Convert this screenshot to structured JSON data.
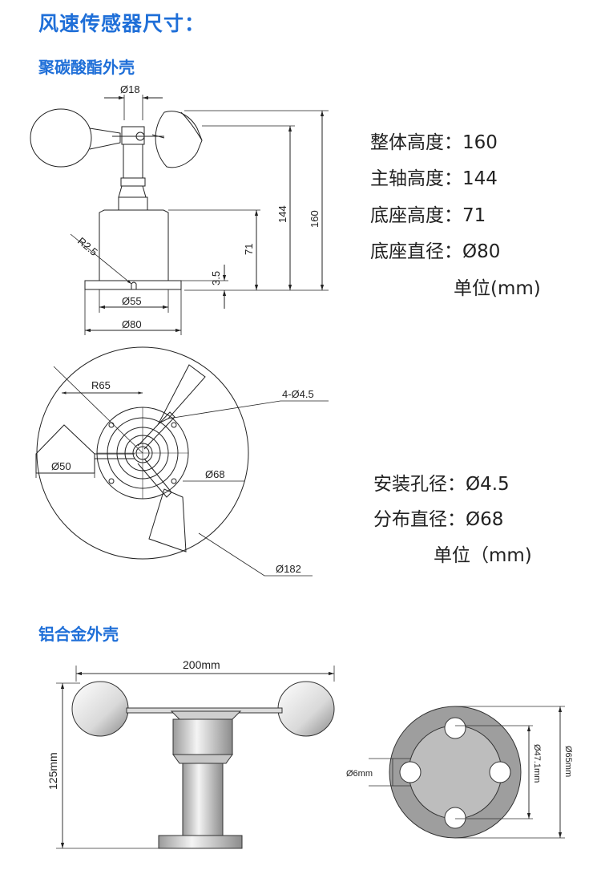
{
  "title": "风速传感器尺寸：",
  "section1": {
    "heading": "聚碳酸酯外壳",
    "dims": {
      "d18": "Ø18",
      "r25": "R2.5",
      "d55": "Ø55",
      "d80": "Ø80",
      "h144": "144",
      "h160": "160",
      "h71": "71",
      "h35": "3.5"
    },
    "specs": [
      {
        "label": "整体高度：",
        "value": "160"
      },
      {
        "label": "主轴高度：",
        "value": "144"
      },
      {
        "label": "底座高度：",
        "value": "71"
      },
      {
        "label": "底座直径：",
        "value": "Ø80"
      }
    ],
    "unit": "单位(mm)"
  },
  "section2": {
    "dims": {
      "r65": "R65",
      "holes": "4-Ø4.5",
      "d50": "Ø50",
      "d68": "Ø68",
      "d182": "Ø182"
    },
    "specs": [
      {
        "label": "安装孔径：",
        "value": "Ø4.5"
      },
      {
        "label": "分布直径：",
        "value": "Ø68"
      }
    ],
    "unit": "单位（mm)"
  },
  "section3": {
    "heading": "铝合金外壳",
    "dims": {
      "w200": "200mm",
      "h125": "125mm",
      "d6": "Ø6mm",
      "d47": "Ø47.1mm",
      "d65": "Ø65mm"
    }
  }
}
